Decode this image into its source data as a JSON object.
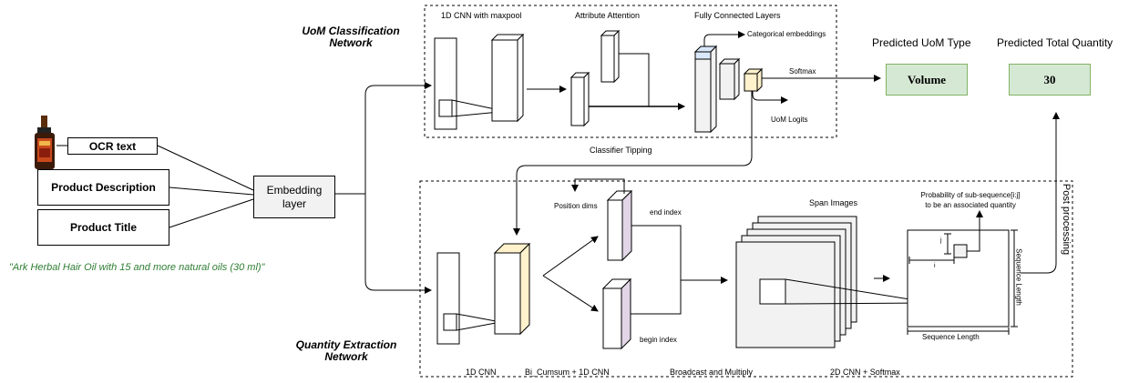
{
  "inputs": {
    "ocr_text": "OCR text",
    "product_description": "Product Description",
    "product_title": "Product Title",
    "example_text": "\"Ark Herbal Hair Oil with 15 and more natural oils (30 ml)\""
  },
  "embedding": {
    "line1": "Embedding",
    "line2": "layer"
  },
  "uom_network": {
    "title_line1": "UoM Classification",
    "title_line2": "Network",
    "cnn_label": "1D CNN with maxpool",
    "attention_label": "Attribute Attention",
    "fc_label": "Fully Connected Layers",
    "categorical_label": "Categorical embeddings",
    "softmax_label": "Softmax",
    "logits_label": "UoM Logits"
  },
  "outputs": {
    "uom_type_heading": "Predicted UoM Type",
    "uom_type_value": "Volume",
    "quantity_heading": "Predicted Total Quantity",
    "quantity_value": "30"
  },
  "tipping_label": "Classifier Tipping",
  "quantity_network": {
    "title_line1": "Quantity Extraction",
    "title_line2": "Network",
    "position_dims": "Position dims",
    "end_index": "end index",
    "begin_index": "begin index",
    "span_images": "Span Images",
    "prob_line1": "Probability of sub-sequence[i:j]",
    "prob_line2": "to be an associated quantity",
    "seq_len_right": "Sequence Length",
    "seq_len_bottom": "Sequence Length",
    "i_label": "i",
    "j_label": "j",
    "post_processing": "Post processing",
    "stage_1": "1D CNN",
    "stage_2": "Bi_Cumsum + 1D CNN",
    "stage_3": "Broadcast and Multiply",
    "stage_4": "2D CNN + Softmax"
  },
  "colors": {
    "output_fill": "#d5e8d4",
    "output_border": "#82b366",
    "blue_cap": "#dae8fc",
    "yellow_block": "#fff2cc",
    "purple_edge": "#e1d5e7"
  }
}
